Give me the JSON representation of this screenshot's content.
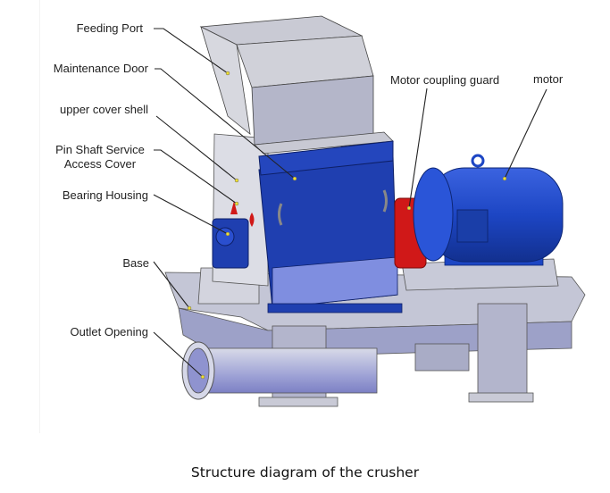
{
  "diagram": {
    "caption": "Structure diagram of the crusher",
    "labels": [
      {
        "id": "feeding-port",
        "text": "Feeding Port"
      },
      {
        "id": "maintenance-door",
        "text": "Maintenance Door"
      },
      {
        "id": "upper-cover-shell",
        "text": "upper cover shell"
      },
      {
        "id": "pin-shaft-service-access-cover",
        "line1": "Pin Shaft Service",
        "line2": "Access Cover"
      },
      {
        "id": "bearing-housing",
        "text": "Bearing Housing"
      },
      {
        "id": "base",
        "text": "Base"
      },
      {
        "id": "outlet-opening",
        "text": "Outlet Opening"
      },
      {
        "id": "motor-coupling-guard",
        "text": "Motor coupling guard"
      },
      {
        "id": "motor",
        "text": "motor"
      }
    ],
    "colors": {
      "housing_blue": "#1f3fb0",
      "motor_blue": "#1d46c4",
      "coupling_red": "#d01818",
      "steel_grey": "#b9bccb",
      "steel_light": "#d9dae2",
      "leader_line": "#222222",
      "marker_yellow": "#f0e030"
    }
  }
}
